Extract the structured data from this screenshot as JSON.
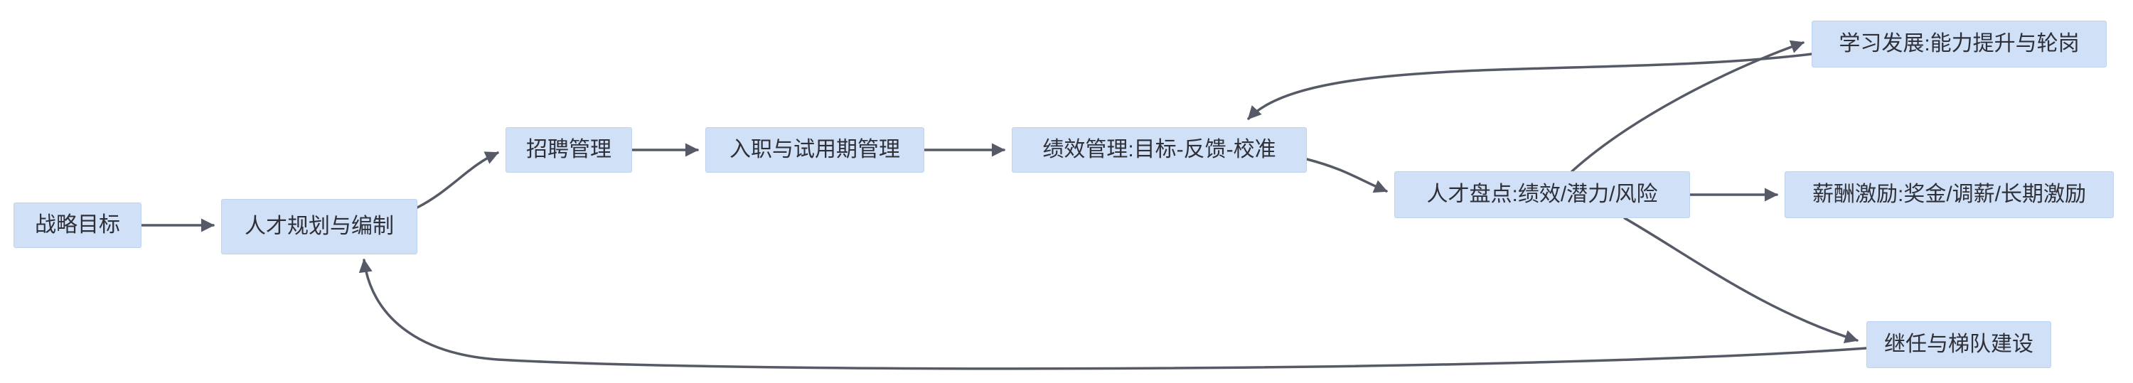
{
  "diagram": {
    "type": "flowchart",
    "direction": "left-to-right",
    "nodes": [
      {
        "id": "strategy",
        "label": "战略目标"
      },
      {
        "id": "planning",
        "label": "人才规划与编制"
      },
      {
        "id": "recruiting",
        "label": "招聘管理"
      },
      {
        "id": "onboarding",
        "label": "入职与试用期管理"
      },
      {
        "id": "performance",
        "label": "绩效管理:目标-反馈-校准"
      },
      {
        "id": "talent-review",
        "label": "人才盘点:绩效/潜力/风险"
      },
      {
        "id": "learning",
        "label": "学习发展:能力提升与轮岗"
      },
      {
        "id": "compensation",
        "label": "薪酬激励:奖金/调薪/长期激励"
      },
      {
        "id": "succession",
        "label": "继任与梯队建设"
      }
    ],
    "edges": [
      {
        "from": "战略目标",
        "to": "人才规划与编制"
      },
      {
        "from": "人才规划与编制",
        "to": "招聘管理"
      },
      {
        "from": "招聘管理",
        "to": "入职与试用期管理"
      },
      {
        "from": "入职与试用期管理",
        "to": "绩效管理:目标-反馈-校准"
      },
      {
        "from": "绩效管理:目标-反馈-校准",
        "to": "人才盘点:绩效/潜力/风险"
      },
      {
        "from": "人才盘点:绩效/潜力/风险",
        "to": "学习发展:能力提升与轮岗"
      },
      {
        "from": "人才盘点:绩效/潜力/风险",
        "to": "薪酬激励:奖金/调薪/长期激励"
      },
      {
        "from": "人才盘点:绩效/潜力/风险",
        "to": "继任与梯队建设"
      },
      {
        "from": "学习发展:能力提升与轮岗",
        "to": "绩效管理:目标-反馈-校准"
      },
      {
        "from": "继任与梯队建设",
        "to": "人才规划与编制"
      }
    ],
    "colors": {
      "node_fill": "#cfe0f7",
      "node_border": "#bdd3ee",
      "node_text": "#2f2f38",
      "edge": "#555a66",
      "background": "#ffffff"
    }
  }
}
